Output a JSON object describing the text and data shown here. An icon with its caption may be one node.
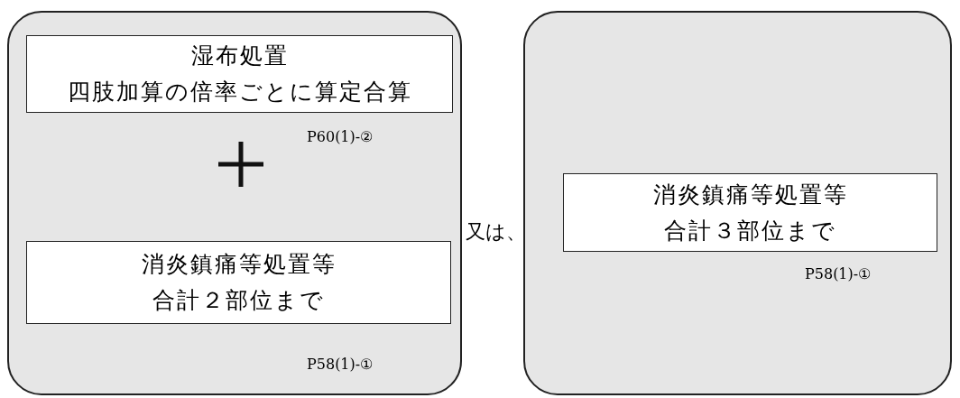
{
  "diagram": {
    "nodes": [
      {
        "text": [],
        "shape": "box"
      },
      {
        "text": [
          "湿布処置",
          "四肢加算の倍率ごとに算定合算"
        ],
        "in": 0,
        "beside": [
          "P60(1)-②"
        ]
      },
      {
        "text": [
          "消炎鎮痛等処置等",
          "合計２部位まで"
        ],
        "in": 0,
        "beside": [
          "P58(1)-①"
        ]
      },
      {
        "text": [],
        "shape": "box"
      },
      {
        "text": [
          "消炎鎮痛等処置等",
          "合計３部位まで"
        ],
        "in": 3,
        "beside": [
          "P58(1)-①"
        ]
      }
    ],
    "edges": [],
    "labels": [
      "又は、"
    ]
  }
}
